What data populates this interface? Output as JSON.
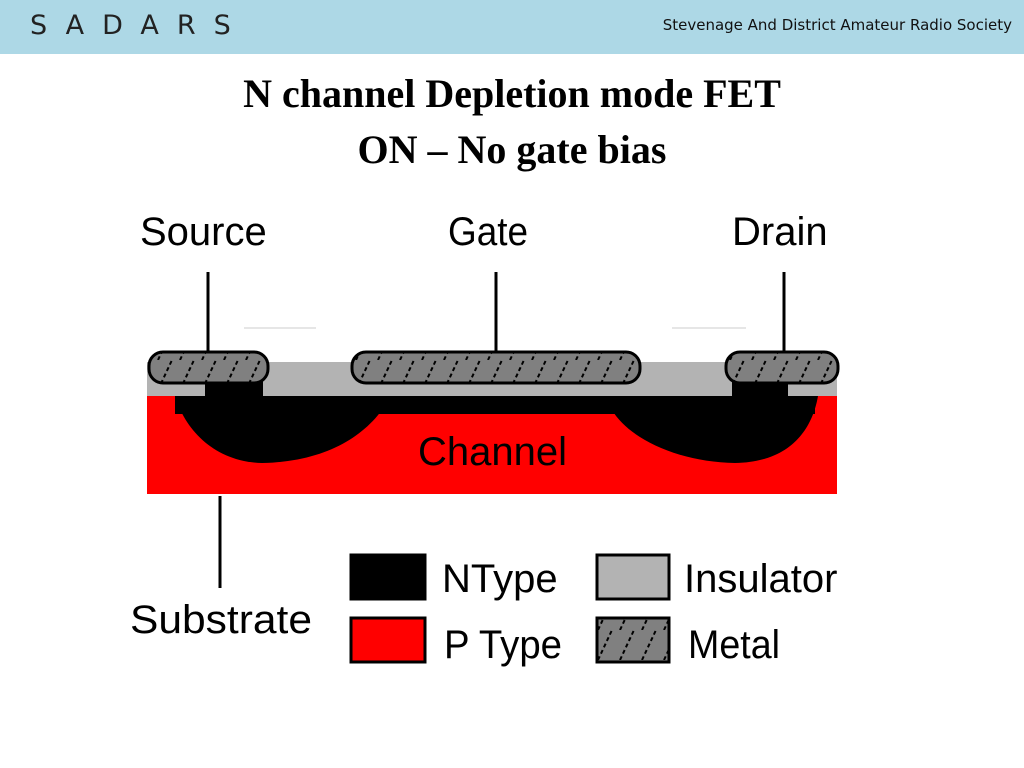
{
  "header": {
    "logo_text": "SADARS",
    "society_name": "Stevenage And District Amateur Radio Society",
    "background": "#add8e6"
  },
  "title": {
    "line1": "N channel Depletion mode FET",
    "line2": "ON – No gate bias"
  },
  "diagram": {
    "terminals": {
      "source": "Source",
      "gate": "Gate",
      "drain": "Drain",
      "substrate": "Substrate"
    },
    "channel_label": "Channel",
    "legend": [
      {
        "label": "NType",
        "material": "n-type",
        "color": "#000000"
      },
      {
        "label": "Insulator",
        "material": "insulator",
        "color": "#b3b3b3"
      },
      {
        "label": "P Type",
        "material": "p-type",
        "color": "#ff0000"
      },
      {
        "label": "Metal",
        "material": "metal",
        "color": "#808080"
      }
    ]
  }
}
